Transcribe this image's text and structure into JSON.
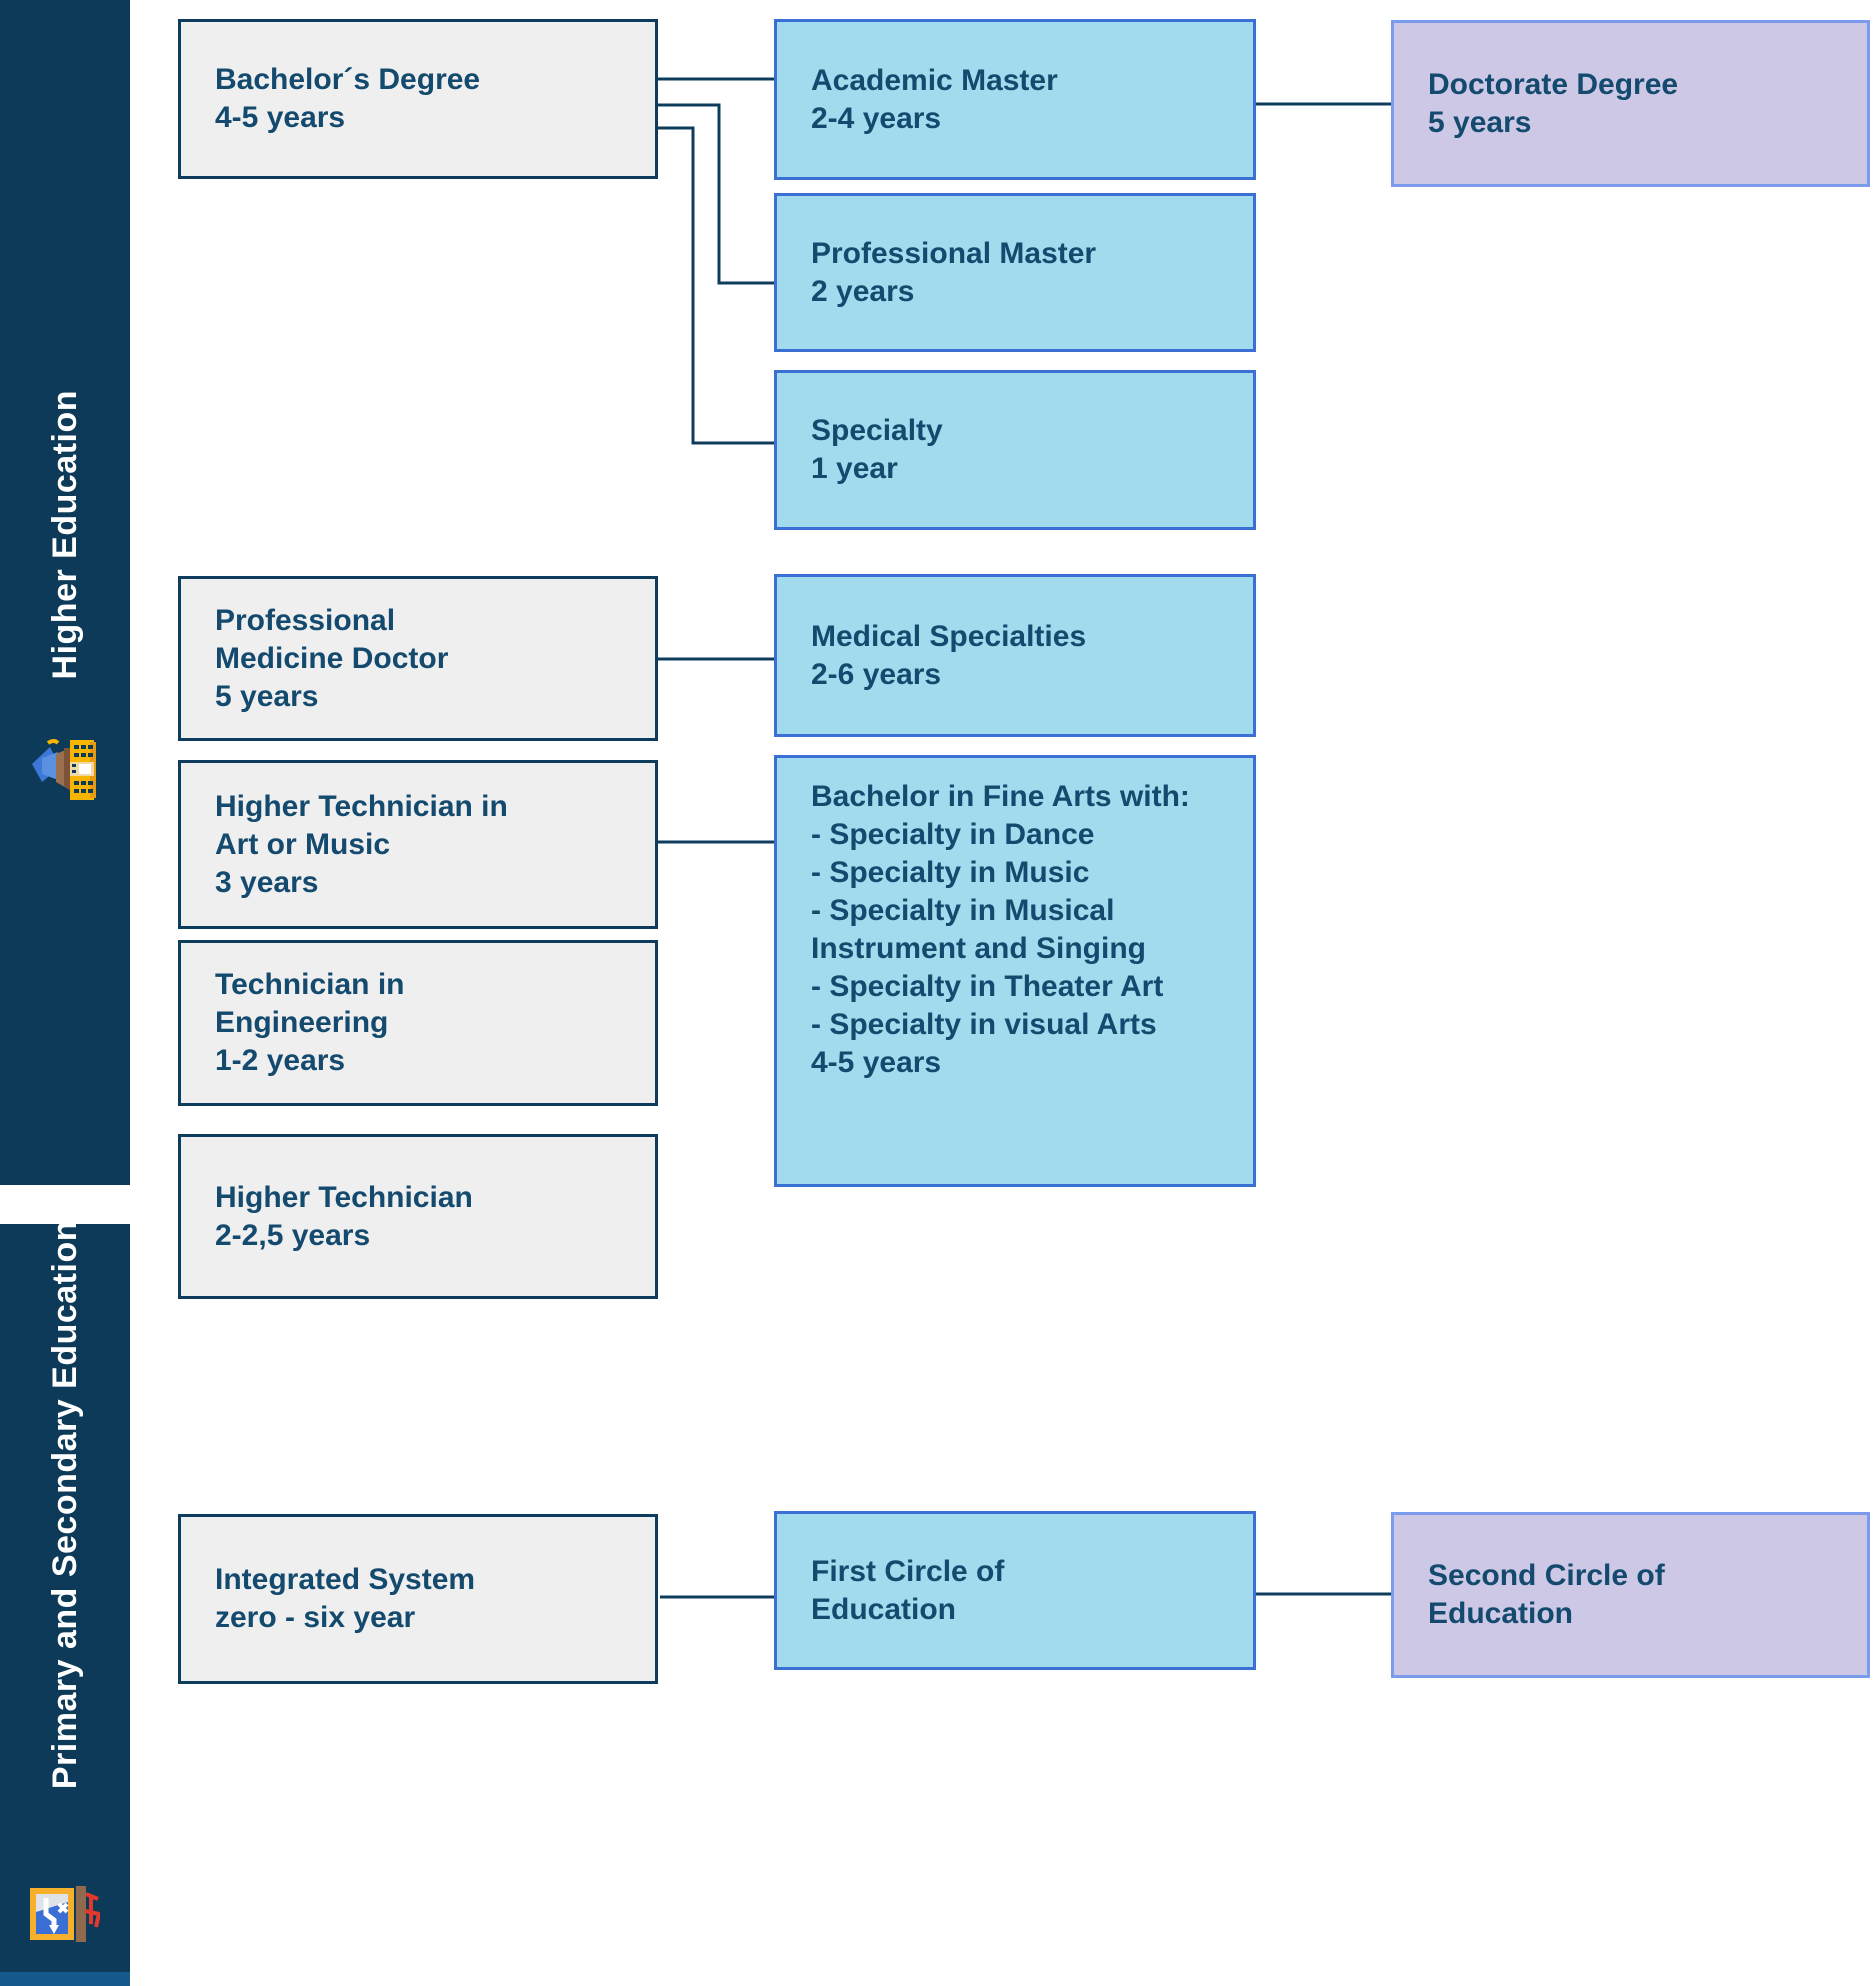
{
  "theme": {
    "navy": "#0d3c5c",
    "box_text": "#134a6e",
    "sidebar_bg": "#0d3a58",
    "bottom_strip": "#16598c",
    "gray_fill": "#efeff0",
    "gray_border": "#0d3c5c",
    "blue_fill": "#a3dbee",
    "blue_border": "#3a6fd3",
    "purple_fill": "#ccc8e6",
    "purple_border": "#7b9bec"
  },
  "sidebar": {
    "sections": [
      {
        "label": "Higher Education",
        "icon": "school-building-icon"
      },
      {
        "label": "Primary and Secondary Education",
        "icon": "school-exit-board-icon"
      }
    ]
  },
  "boxes": {
    "bachelors": {
      "text": "Bachelor´s Degree\n4-5 years"
    },
    "academic_master": {
      "text": "Academic Master\n2-4 years"
    },
    "professional_master": {
      "text": "Professional Master\n2 years"
    },
    "specialty": {
      "text": "Specialty\n1 year"
    },
    "doctorate": {
      "text": "Doctorate Degree\n5 years"
    },
    "medicine": {
      "text": "Professional\nMedicine Doctor\n5 years"
    },
    "medical_specialties": {
      "text": "Medical Specialties\n2-6 years"
    },
    "art_music": {
      "text": "Higher Technician in\nArt or Music\n3 years"
    },
    "fine_arts": {
      "text": "Bachelor in Fine Arts with:\n- Specialty in Dance\n- Specialty in Music\n- Specialty in Musical\nInstrument and Singing\n- Specialty in Theater Art\n- Specialty in visual Arts\n4-5 years"
    },
    "technician_engineering": {
      "text": "Technician in\nEngineering\n1-2 years"
    },
    "higher_technician": {
      "text": "Higher Technician\n2-2,5 years"
    },
    "integrated_system": {
      "text": "Integrated System\nzero - six year"
    },
    "first_circle": {
      "text": "First Circle of\nEducation"
    },
    "second_circle": {
      "text": "Second Circle of\nEducation"
    }
  }
}
